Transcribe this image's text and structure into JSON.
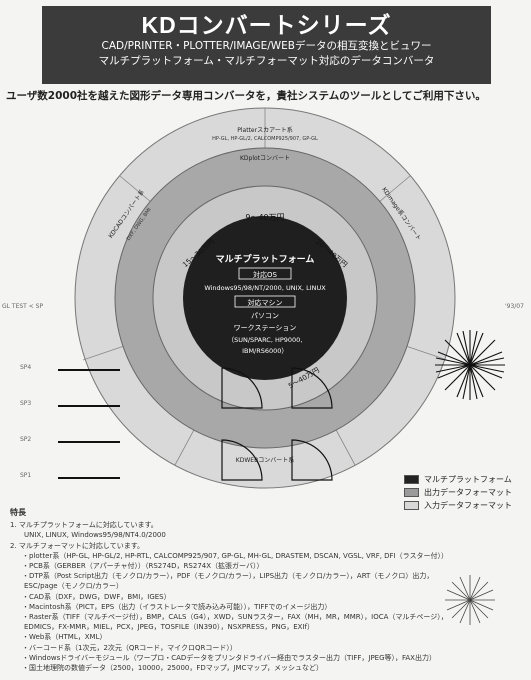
{
  "header": {
    "title": "KDコンバートシリーズ",
    "subtitle1": "CAD/PRINTER・PLOTTER/IMAGE/WEBデータの相互変換とビュワー",
    "subtitle2": "マルチプラットフォーム・マルチフォーマット対応のデータコンバータ"
  },
  "tagline": "ユーザ数2000社を越えた図形データ専用コンバータを，貴社システムのツールとしてご利用下さい。",
  "side_labels": {
    "left": "GL TEST < SP",
    "right": "'93/07",
    "small1": "SP4",
    "small2": "SP3",
    "small3": "SP2",
    "small4": "SP1"
  },
  "wheel": {
    "center_title": "マルチプラットフォーム",
    "os_label": "対応OS",
    "os_list": "Windows95/98/NT/2000, UNIX, LINUX",
    "machine_label": "対応マシン",
    "machine1": "パソコン",
    "machine2": "ワークステーション",
    "machine3": "（SUN/SPARC, HP9000,",
    "machine4": "IBM/RS6000）",
    "ring_top": "9～40万円",
    "ring_left": "15～30万円",
    "ring_right": "20～40万円",
    "ring_bottom": "5～40万円",
    "seg_top": "Platterスカアート系",
    "seg_top_list": "HP-GL, HP-GL/2, CALCOMP925/907, GP-GL",
    "seg_kd": "KDplotコンバート",
    "seg_left_outer": "KDCADコンバート系",
    "seg_left_list": "DXF, DWG, BMI",
    "seg_right_outer": "KDimage系コンバート",
    "seg_bottom_outer": "KDWEBコンバート系"
  },
  "legend": {
    "items": [
      {
        "label": "マルチプラットフォーム",
        "color": "#222222"
      },
      {
        "label": "出力データフォーマット",
        "color": "#9a9a9a"
      },
      {
        "label": "入力データフォーマット",
        "color": "#d8d8d8"
      }
    ]
  },
  "features": {
    "title": "特長",
    "lines": [
      {
        "cls": "l1",
        "text": "1. マルチプラットフォームに対応しています。"
      },
      {
        "cls": "l4",
        "text": "UNIX, LINUX, Windows95/98/NT4.0/2000"
      },
      {
        "cls": "l1",
        "text": "2. マルチフォーマットに対応しています。"
      },
      {
        "cls": "l3",
        "text": "・plotter系（HP-GL, HP-GL/2, HP-RTL, CALCOMP925/907, GP-GL, MH-GL, DRASTEM, DSCAN, VGSL, VRF, DFI（ラスター付））"
      },
      {
        "cls": "l3",
        "text": "・PCB系（GERBER（アパーチャ付））（RS274D，RS274X（拡張ガーバ））"
      },
      {
        "cls": "l3",
        "text": "・DTP系（Post Script出力（モノクロ/カラー），PDF（モノクロ/カラー），LIPS出力（モノクロ/カラー），ART（モノクロ）出力，"
      },
      {
        "cls": "l4",
        "text": "ESC/page（モノクロ/カラー）"
      },
      {
        "cls": "l3",
        "text": "・CAD系（DXF，DWG，DWF，BMI，IGES）"
      },
      {
        "cls": "l3",
        "text": "・Macintosh系（PICT，EPS（出力（イラストレータで読み込み可能）），TIFFでのイメージ出力）"
      },
      {
        "cls": "l3",
        "text": "・Raster系（TIFF（マルチページ付），BMP，CALS（G4），XWD，SUNラスター，FAX（MH，MR，MMR），IOCA（マルチページ），"
      },
      {
        "cls": "l4",
        "text": "EDMICS，FX-MMR，MIEL，PCX，JPEG，TOSFILE（IN390），NSXPRESS，PNG，EXIf）"
      },
      {
        "cls": "l3",
        "text": "・Web系（HTML，XML）"
      },
      {
        "cls": "l3",
        "text": "・バーコード系（1次元，2次元（QRコード，マイクロQRコード））"
      },
      {
        "cls": "l3",
        "text": "・Windowsドライバーモジュール（ワープロ・CADデータをプリンタドライバー経由でラスター出力（TIFF，JPEG等），FAX出力）"
      },
      {
        "cls": "l3",
        "text": "・国土地理院の数値データ（2500，10000，25000，FDマップ，JMCマップ，メッシュなど）"
      }
    ]
  },
  "colors": {
    "header_bg": "#3b3b3b",
    "ring_outer": "#d9d9d9",
    "ring_mid": "#a8a8a8",
    "ring_inner": "#c8c8c8",
    "center": "#1f1f1f"
  }
}
